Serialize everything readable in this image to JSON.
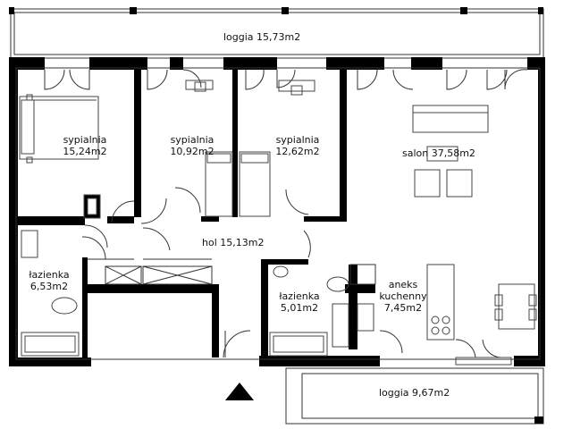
{
  "rooms": {
    "loggia_top": {
      "name": "loggia 15,73m2"
    },
    "bedroom1": {
      "name": "sypialnia",
      "area": "15,24m2"
    },
    "bedroom2": {
      "name": "sypialnia",
      "area": "10,92m2"
    },
    "bedroom3": {
      "name": "sypialnia",
      "area": "12,62m2"
    },
    "living": {
      "name": "salon 37,58m2"
    },
    "hall": {
      "name": "hol 15,13m2"
    },
    "bath1": {
      "name": "łazienka",
      "area": "6,53m2"
    },
    "bath2": {
      "name": "łazienka",
      "area": "5,01m2"
    },
    "kitchen": {
      "name1": "aneks",
      "name2": "kuchenny",
      "area": "7,45m2"
    },
    "loggia_bottom": {
      "name": "loggia 9,67m2"
    }
  },
  "colors": {
    "wall": "#000000",
    "line": "#333333",
    "paper": "#ffffff"
  },
  "icons": [
    "entrance-arrow-icon"
  ]
}
